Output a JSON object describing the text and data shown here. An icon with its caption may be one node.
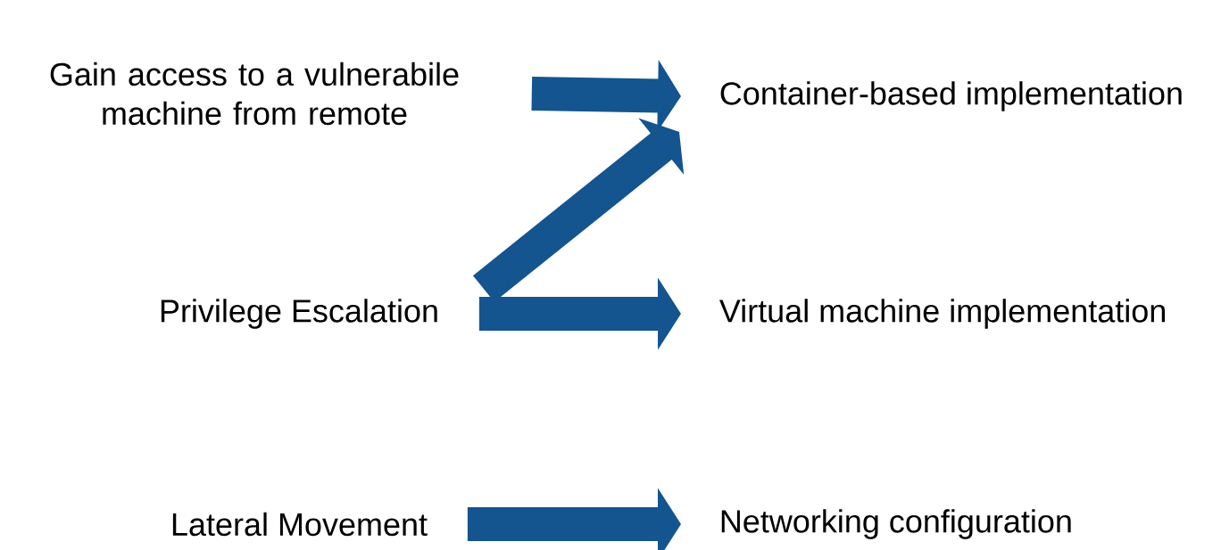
{
  "diagram": {
    "nodes": [
      {
        "text": [
          "Gain access to a vulnerabile machine from remote"
        ]
      },
      {
        "text": [
          "Privilege Escalation"
        ]
      },
      {
        "text": [
          "Lateral Movement"
        ]
      },
      {
        "text": [
          "Container-based implementation"
        ]
      },
      {
        "text": [
          "Virtual machine implementation"
        ]
      },
      {
        "text": [
          "Networking configuration"
        ]
      }
    ],
    "edges": [
      {
        "from": 0,
        "to": 3,
        "arrow": "to"
      },
      {
        "from": 1,
        "to": 3,
        "arrow": "to"
      },
      {
        "from": 1,
        "to": 4,
        "arrow": "to"
      },
      {
        "from": 2,
        "to": 5,
        "arrow": "to"
      }
    ]
  }
}
